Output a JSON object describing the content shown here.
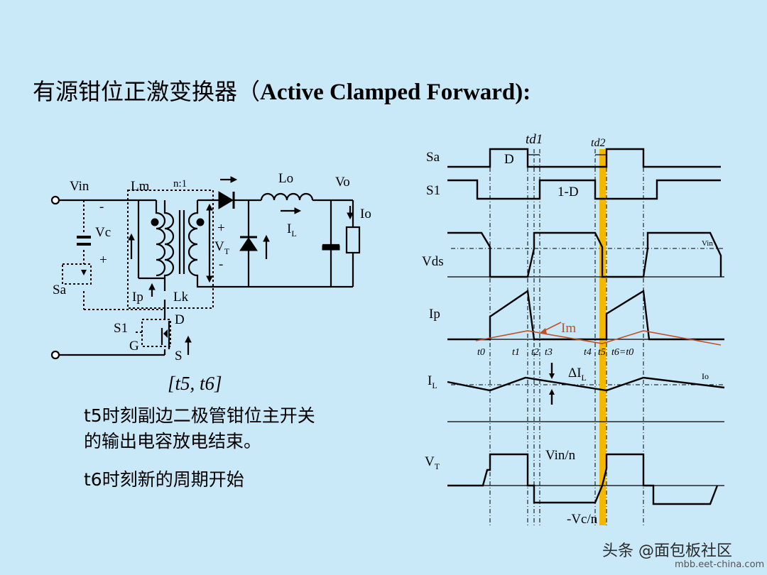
{
  "slide": {
    "title_cn": "有源钳位正激变换器（",
    "title_en": "Active Clamped Forward)",
    "title_end": ":",
    "caption": "[t5, t6]",
    "desc_line1": "t5时刻副边二极管钳位主开关",
    "desc_line2": "的输出电容放电结束。",
    "desc_line3": "t6时刻新的周期开始"
  },
  "circuit": {
    "labels": {
      "vin": "Vin",
      "lm": "Lm",
      "ratio": "n:1",
      "lo": "Lo",
      "vo": "Vo",
      "io": "Io",
      "vc": "Vc",
      "plus1": "+",
      "minus1": "-",
      "sa": "Sa",
      "ip": "Ip",
      "lk": "Lk",
      "s1": "S1",
      "g": "G",
      "d": "D",
      "s": "S",
      "plus2": "+",
      "vt": "V",
      "vt_sub": "T",
      "minus2": "-",
      "il": "I",
      "il_sub": "L"
    }
  },
  "waveform": {
    "row_labels": {
      "sa": "Sa",
      "s1": "S1",
      "vds": "Vds",
      "ip": "Ip",
      "il": "I",
      "il_sub": "L",
      "vt": "V",
      "vt_sub": "T"
    },
    "annotations": {
      "td1": "td1",
      "td2": "td2",
      "d": "D",
      "one_minus_d": "1-D",
      "vin": "Vin",
      "im": "Im",
      "delta_il": "ΔI",
      "delta_il_sub": "L",
      "io": "Io",
      "vin_n": "Vin/n",
      "minus_vc_n": "-Vc/n"
    },
    "time_labels": [
      "t0",
      "t1",
      "t2",
      "t3",
      "t4",
      "t5",
      "t6=t0"
    ],
    "highlight_color": "#f5b800",
    "im_color": "#c0502a"
  },
  "watermark": {
    "text": "头条 @面包板社区",
    "url": "mbb.eet-china.com"
  }
}
